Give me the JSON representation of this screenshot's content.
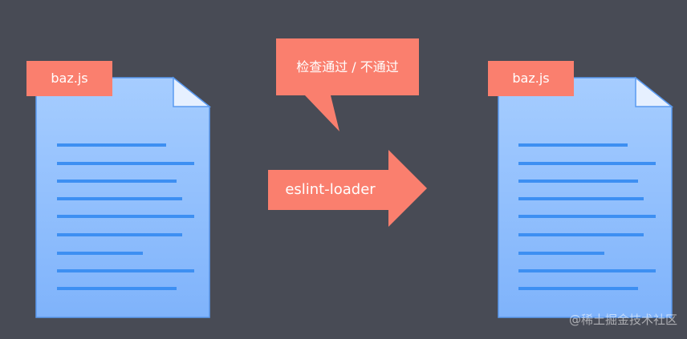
{
  "colors": {
    "background": "#484b55",
    "tag": "#fa7f6e",
    "doc_fill": "#9cc7ff",
    "doc_stroke": "#5a9af0",
    "doc_line": "#3d8ff2"
  },
  "source_file": {
    "name": "baz.js"
  },
  "output_file": {
    "name": "baz.js"
  },
  "callout": {
    "text": "检查通过 / 不通过"
  },
  "loader": {
    "label": "eslint-loader"
  },
  "watermark": "@稀土掘金技术社区"
}
